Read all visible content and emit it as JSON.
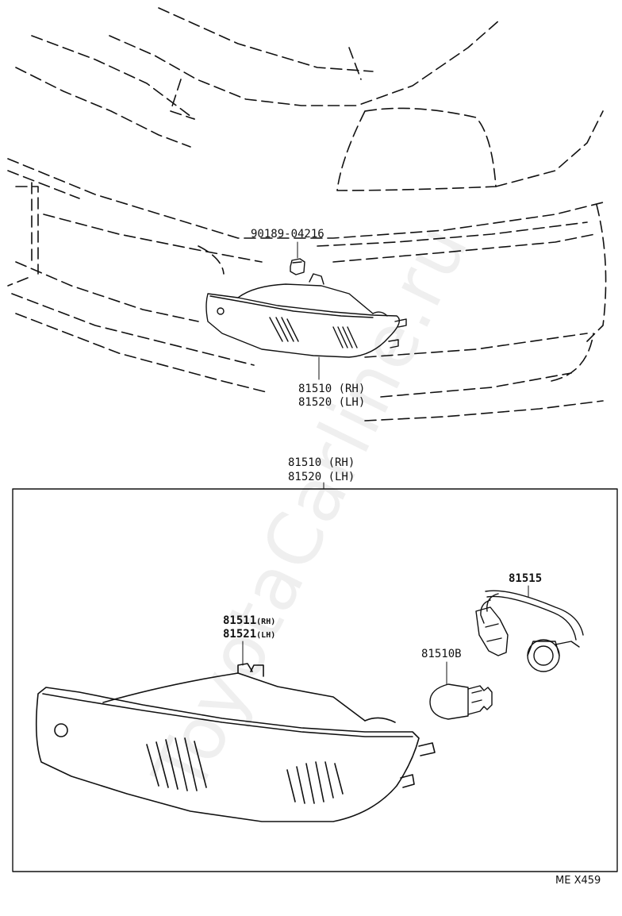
{
  "watermark": "ToyotaCarline.ru",
  "diagram_code": "ME X459",
  "top_view": {
    "clip_part": "90189-04216",
    "lamp_assy_rh": "81510 (RH)",
    "lamp_assy_lh": "81520 (LH)"
  },
  "detail": {
    "header_rh": "81510 (RH)",
    "header_lh": "81520 (LH)",
    "lens_rh_num": "81511",
    "lens_rh_suffix": "(RH)",
    "lens_lh_num": "81521",
    "lens_lh_suffix": "(LH)",
    "bulb": "81510B",
    "socket": "81515"
  }
}
